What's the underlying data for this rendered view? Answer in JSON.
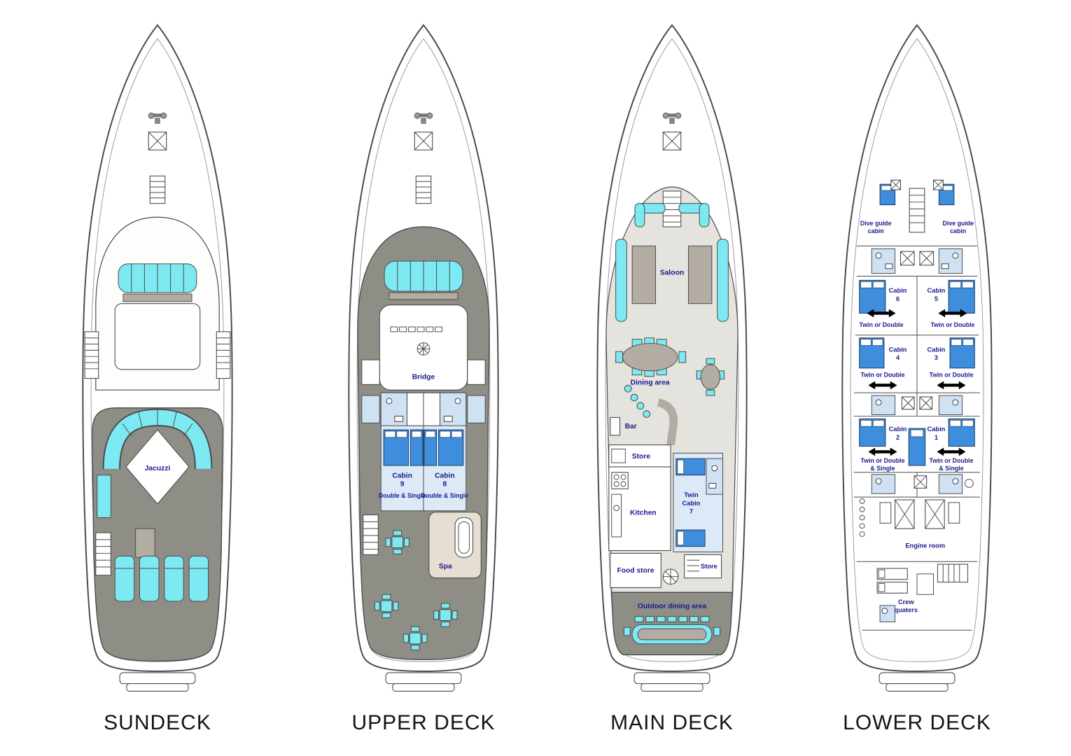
{
  "page": {
    "background": "#ffffff"
  },
  "colors": {
    "seat_cyan": "#7de9f2",
    "deck_gray": "#8f8e86",
    "light_floor": "#e4e3de",
    "cabin_floor_blue": "#dce9f6",
    "bathroom_blue": "#cfe2f4",
    "bed_blue": "#3e8edd",
    "furniture_gray": "#b3aca2",
    "label_navy": "#1b1b8e",
    "title_black": "#141414"
  },
  "decks": [
    {
      "title": "SUNDECK",
      "labels": {
        "jacuzzi": "Jacuzzi"
      }
    },
    {
      "title": "UPPER DECK",
      "labels": {
        "bridge": "Bridge",
        "cabin9": {
          "name": "Cabin",
          "number": "9",
          "type": "Double & Single"
        },
        "cabin8": {
          "name": "Cabin",
          "number": "8",
          "type": "Double & Single"
        },
        "spa": "Spa"
      }
    },
    {
      "title": "MAIN DECK",
      "labels": {
        "saloon": "Saloon",
        "dining": "Dining area",
        "bar": "Bar",
        "store_mid": "Store",
        "kitchen": "Kitchen",
        "twin_cabin7": {
          "line1": "Twin",
          "line2": "Cabin",
          "line3": "7"
        },
        "store_aft": "Store",
        "food_store": "Food store",
        "outdoor_dining": "Outdoor dining area"
      }
    },
    {
      "title": "LOWER DECK",
      "labels": {
        "dive_guide_left": {
          "line1": "Dive guide",
          "line2": "cabin"
        },
        "dive_guide_right": {
          "line1": "Dive guide",
          "line2": "cabin"
        },
        "cabin6": {
          "name": "Cabin",
          "number": "6",
          "type": "Twin or Double"
        },
        "cabin5": {
          "name": "Cabin",
          "number": "5",
          "type": "Twin or Double"
        },
        "cabin4": {
          "name": "Cabin",
          "number": "4",
          "type": "Twin or Double"
        },
        "cabin3": {
          "name": "Cabin",
          "number": "3",
          "type": "Twin or Double"
        },
        "cabin2": {
          "name": "Cabin",
          "number": "2",
          "type_line1": "Twin or Double",
          "type_line2": "& Single"
        },
        "cabin1": {
          "name": "Cabin",
          "number": "1",
          "type_line1": "Twin or Double",
          "type_line2": "& Single"
        },
        "engine_room": "Engine room",
        "crew": {
          "line1": "Crew",
          "line2": "quaters"
        }
      }
    }
  ]
}
